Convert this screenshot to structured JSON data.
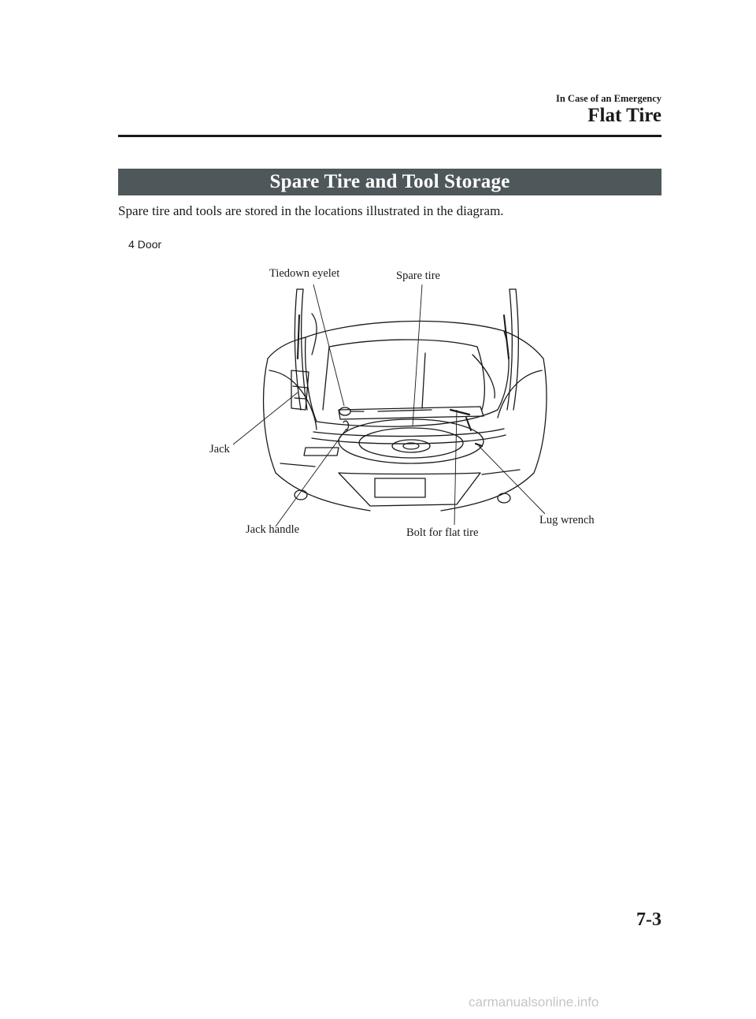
{
  "header": {
    "chapter": "In Case of an Emergency",
    "section": "Flat Tire"
  },
  "banner": {
    "title": "Spare Tire and Tool Storage"
  },
  "body": {
    "intro": "Spare tire and tools are stored in the locations illustrated in the diagram.",
    "variant_label": "4 Door"
  },
  "diagram": {
    "callouts": {
      "tiedown": "Tiedown eyelet",
      "spare": "Spare tire",
      "jack": "Jack",
      "jack_handle": "Jack handle",
      "bolt": "Bolt for flat tire",
      "lug": "Lug wrench"
    }
  },
  "footer": {
    "page_number": "7-3",
    "watermark": "carmanualsonline.info"
  }
}
